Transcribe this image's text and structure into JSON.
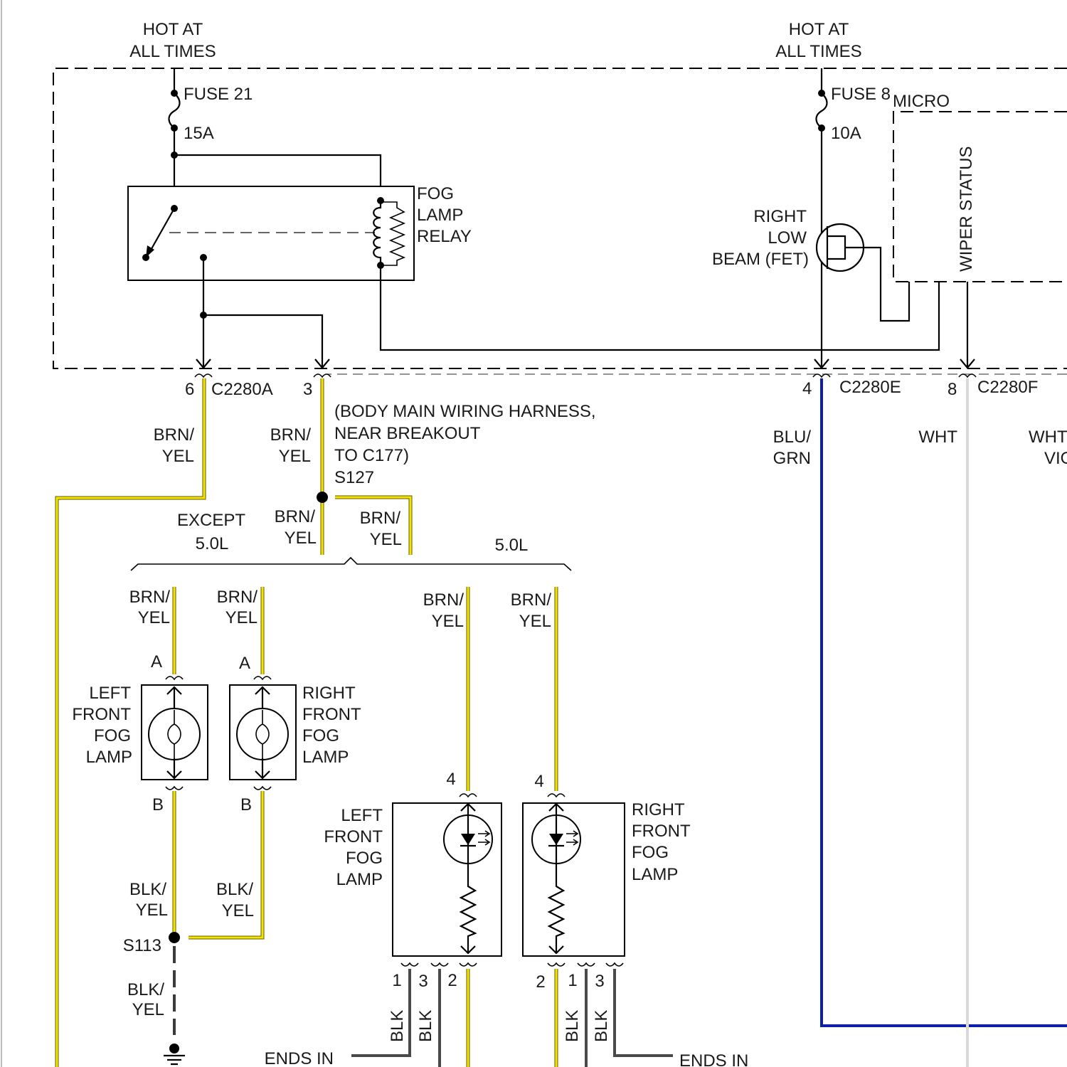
{
  "supply": {
    "left_hot_line1": "HOT AT",
    "left_hot_line2": "ALL TIMES",
    "right_hot_line1": "HOT AT",
    "right_hot_line2": "ALL TIMES"
  },
  "fuses": {
    "fuse21_label": "FUSE 21",
    "fuse21_rating": "15A",
    "fuse8_label": "FUSE 8",
    "fuse8_rating": "10A"
  },
  "relay": {
    "line1": "FOG",
    "line2": "LAMP",
    "line3": "RELAY"
  },
  "fet": {
    "line1": "RIGHT",
    "line2": "LOW",
    "line3": "BEAM (FET)"
  },
  "micro": {
    "label": "MICRO",
    "wiper_status": "WIPER STATUS"
  },
  "connectors": {
    "pin6": "6",
    "c2280a": "C2280A",
    "pin3": "3",
    "pin4": "4",
    "c2280e": "C2280E",
    "pin8": "8",
    "c2280f": "C2280F"
  },
  "wires": {
    "brn": "BRN/",
    "yel": "YEL",
    "blu": "BLU/",
    "grn": "GRN",
    "wht": "WHT",
    "wht_edge": "WHT",
    "vio_edge": "VIO",
    "blk_slash": "BLK/",
    "blk": "BLK"
  },
  "harness_note": {
    "line1": "(BODY MAIN WIRING HARNESS,",
    "line2": "NEAR BREAKOUT",
    "line3": "TO C177)",
    "splice": "S127"
  },
  "variants": {
    "except_line1": "EXCEPT",
    "except_line2": "5.0L",
    "v50": "5.0L"
  },
  "lamps": {
    "left_line1": "LEFT",
    "right_line1": "RIGHT",
    "front": "FRONT",
    "fog": "FOG",
    "lamp": "LAMP",
    "pin_a": "A",
    "pin_b": "B"
  },
  "led_pins": {
    "p1": "1",
    "p2": "2",
    "p3": "3",
    "p4": "4"
  },
  "splices": {
    "s113": "S113"
  },
  "ends_in": "ENDS IN"
}
